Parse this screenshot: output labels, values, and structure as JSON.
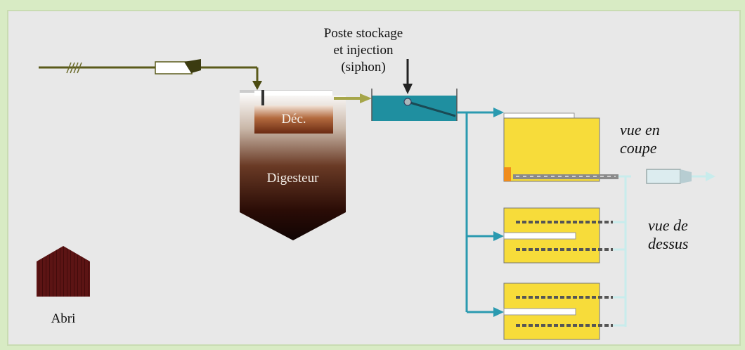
{
  "labels": {
    "poste_line1": "Poste stockage",
    "poste_line2": "et injection",
    "poste_line3": "(siphon)",
    "dec": "Déc.",
    "digesteur": "Digesteur",
    "vue_en_1": "vue en",
    "vue_en_2": "coupe",
    "vue_de_1": "vue de",
    "vue_de_2": "dessus",
    "abri": "Abri"
  },
  "colors": {
    "pipe_inlet": "#5a5a1a",
    "pipe_water": "#2a9ab0",
    "tank_water": "#1f8fa0",
    "filter_yellow": "#f7dc3a",
    "digester_dark": "#2a0f08",
    "shelter": "#5a1212"
  }
}
